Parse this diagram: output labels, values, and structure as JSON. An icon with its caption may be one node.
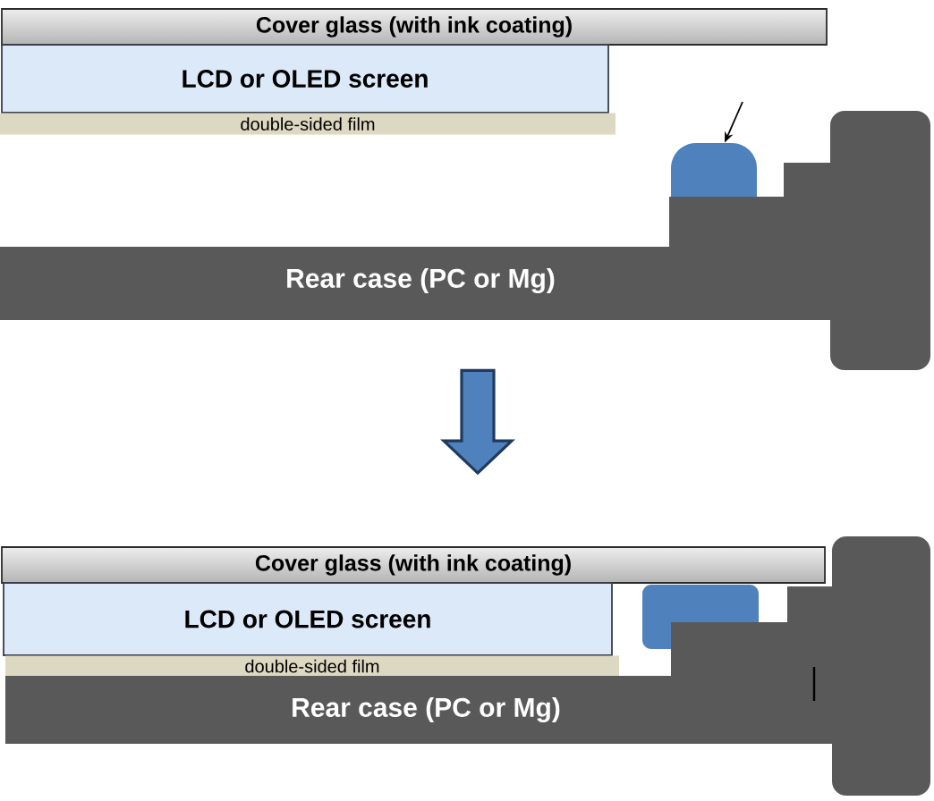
{
  "diagram": {
    "nodes": [
      {
        "text": [
          "Cover glass (with ink coating)"
        ]
      },
      {
        "text": [
          "LCD or OLED screen"
        ]
      },
      {
        "text": [
          "double-sided film"
        ]
      },
      {
        "text": [],
        "shape": "dome"
      },
      {
        "text": [
          "Rear case (PC or Mg)"
        ]
      },
      {
        "text": [
          "Cover glass (with ink coating)"
        ]
      },
      {
        "text": [
          "LCD or OLED screen"
        ]
      },
      {
        "text": [
          "double-sided film"
        ]
      },
      {
        "text": [],
        "shape": "box"
      },
      {
        "text": [
          "Rear case (PC or Mg)"
        ]
      }
    ],
    "edges": [
      {
        "from": null,
        "to": 3,
        "arrow": "to"
      },
      {
        "from": 4,
        "to": 5,
        "arrow": "to",
        "style": "thick",
        "color": "#4f81bd"
      }
    ]
  }
}
